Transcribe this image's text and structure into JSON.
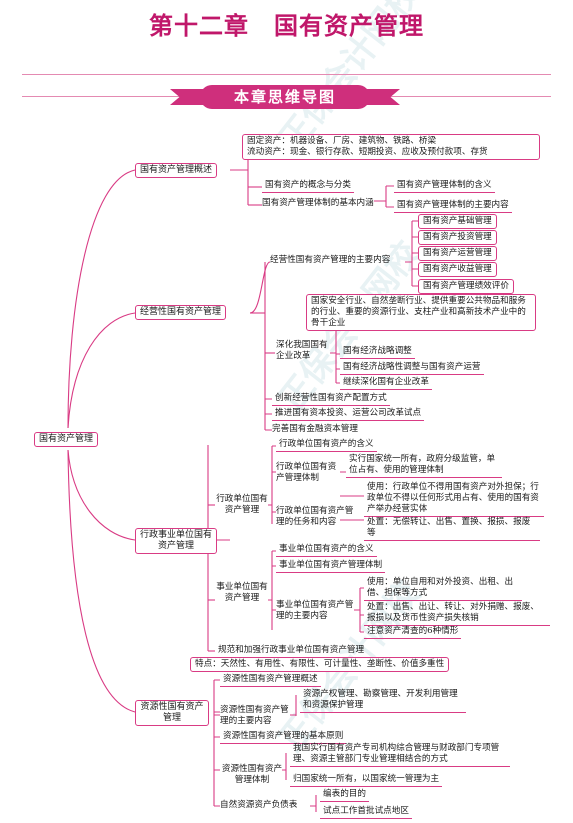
{
  "title": "第十二章　国有资产管理",
  "banner": "本章思维导图",
  "root": "国有资产管理",
  "b1": {
    "label": "国有资产管理概述",
    "fixed": "固定资产：机器设备、厂房、建筑物、铁路、桥梁",
    "current": "流动资产：现金、银行存款、短期投资、应收及预付款项、存货",
    "c1": "国有资产的概念与分类",
    "c2": "国有资产管理体制的基本内涵",
    "c2a": "国有资产管理体制的含义",
    "c2b": "国有资产管理体制的主要内容"
  },
  "b2": {
    "label": "经营性国有资产管理",
    "main": "经营性国有资产管理的主要内容",
    "m1": "国有资产基础管理",
    "m2": "国有资产投资管理",
    "m3": "国有资产运营管理",
    "m4": "国有资产收益管理",
    "m5": "国有资产管理绩效评价",
    "reform": "深化我国国有企业改革",
    "reform_box": "国家安全行业、自然垄断行业、提供重要公共物品和服务的行业、重要的资源行业、支柱产业和高新技术产业中的骨干企业",
    "r1": "国有经济战略调整",
    "r2": "国有经济战略性调整与国有资产运营",
    "r3": "继续深化国有企业改革",
    "s1": "创新经营性国有资产配置方式",
    "s2": "推进国有资本投资、运营公司改革试点",
    "s3": "完善国有金融资本管理"
  },
  "b3": {
    "label": "行政事业单位国有资产管理",
    "admin": "行政单位国有资产管理",
    "a_meaning": "行政单位国有资产的含义",
    "a_system": "行政单位国有资产管理体制",
    "a_system_d": "实行国家统一所有，政府分级监管，单位占有、使用的管理体制",
    "a_task": "行政单位国有资产管理的任务和内容",
    "a_use": "使用：行政单位不得用国有资产对外担保；行政单位不得以任何形式用占有、使用的国有资产举办经营实体",
    "a_dispose": "处置：无偿转让、出售、置换、报损、报废等",
    "inst": "事业单位国有资产管理",
    "i_meaning": "事业单位国有资产的含义",
    "i_system": "事业单位国有资产管理体制",
    "i_content": "事业单位国有资产管理的主要内容",
    "i_use": "使用：单位自用和对外投资、出租、出借、担保等方式",
    "i_dispose": "处置：出售、出让、转让、对外捐赠、报废、报损以及货币性资产损失核销",
    "i_check": "注意资产清查的6种情形",
    "norm": "规范和加强行政事业单位国有资产管理"
  },
  "b4": {
    "label": "资源性国有资产管理",
    "features": "特点：天然性、有用性、有限性、可计量性、垄断性、价值多重性",
    "k1": "资源性国有资产管理概述",
    "k2": "资源性国有资产管理的主要内容",
    "k2d": "资源产权管理、勘察管理、开发利用管理和资源保护管理",
    "k3": "资源性国有资产管理的基本原则",
    "k4": "资源性国有资产管理体制",
    "k4a": "我国实行国有资产专司机构综合管理与财政部门专项管理、资源主管部门专业管理相结合的方式",
    "k4b": "归国家统一所有，以国家统一管理为主",
    "k5": "自然资源资产负债表",
    "k5a": "编表的目的",
    "k5b": "试点工作首批试点地区"
  }
}
